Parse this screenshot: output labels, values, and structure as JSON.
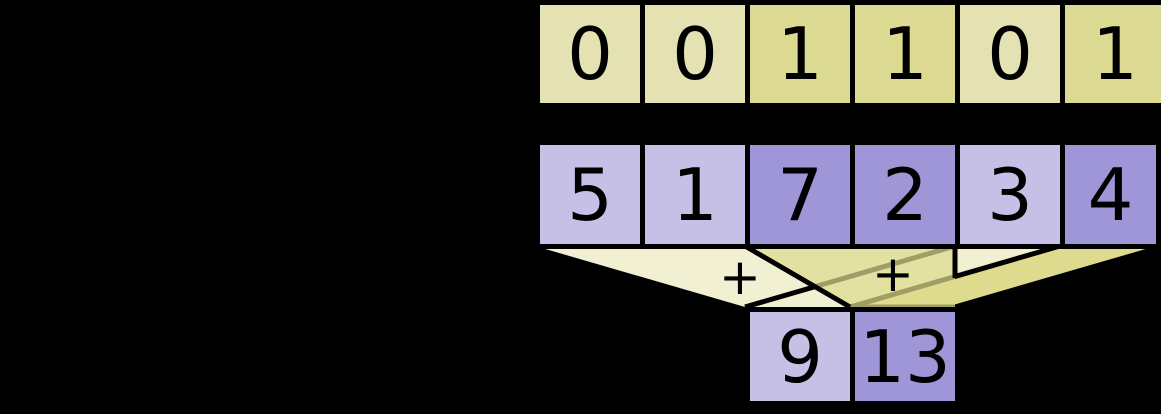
{
  "colors": {
    "background": "#000000",
    "border": "#000000",
    "mask_zero_fill": "#e4e2b2",
    "mask_one_fill": "#dcda92",
    "value_light_fill": "#c7c0e6",
    "value_dark_fill": "#9f96d8",
    "funnel_unmasked_fill": "#f1f0d2",
    "funnel_masked_fill": "#dedb8e"
  },
  "mask_row": {
    "cells": [
      {
        "value": "0",
        "highlighted": false
      },
      {
        "value": "0",
        "highlighted": false
      },
      {
        "value": "1",
        "highlighted": true
      },
      {
        "value": "1",
        "highlighted": true
      },
      {
        "value": "0",
        "highlighted": false
      },
      {
        "value": "1",
        "highlighted": true
      }
    ]
  },
  "value_row": {
    "cells": [
      {
        "value": "5",
        "highlighted": false
      },
      {
        "value": "1",
        "highlighted": false
      },
      {
        "value": "7",
        "highlighted": true
      },
      {
        "value": "2",
        "highlighted": true
      },
      {
        "value": "3",
        "highlighted": false
      },
      {
        "value": "4",
        "highlighted": true
      }
    ]
  },
  "funnels": [
    {
      "operator": "+",
      "result": "9"
    },
    {
      "operator": "+",
      "result": "13"
    }
  ],
  "result_row": {
    "cells": [
      {
        "value": "9",
        "highlighted": false
      },
      {
        "value": "13",
        "highlighted": true
      }
    ]
  }
}
